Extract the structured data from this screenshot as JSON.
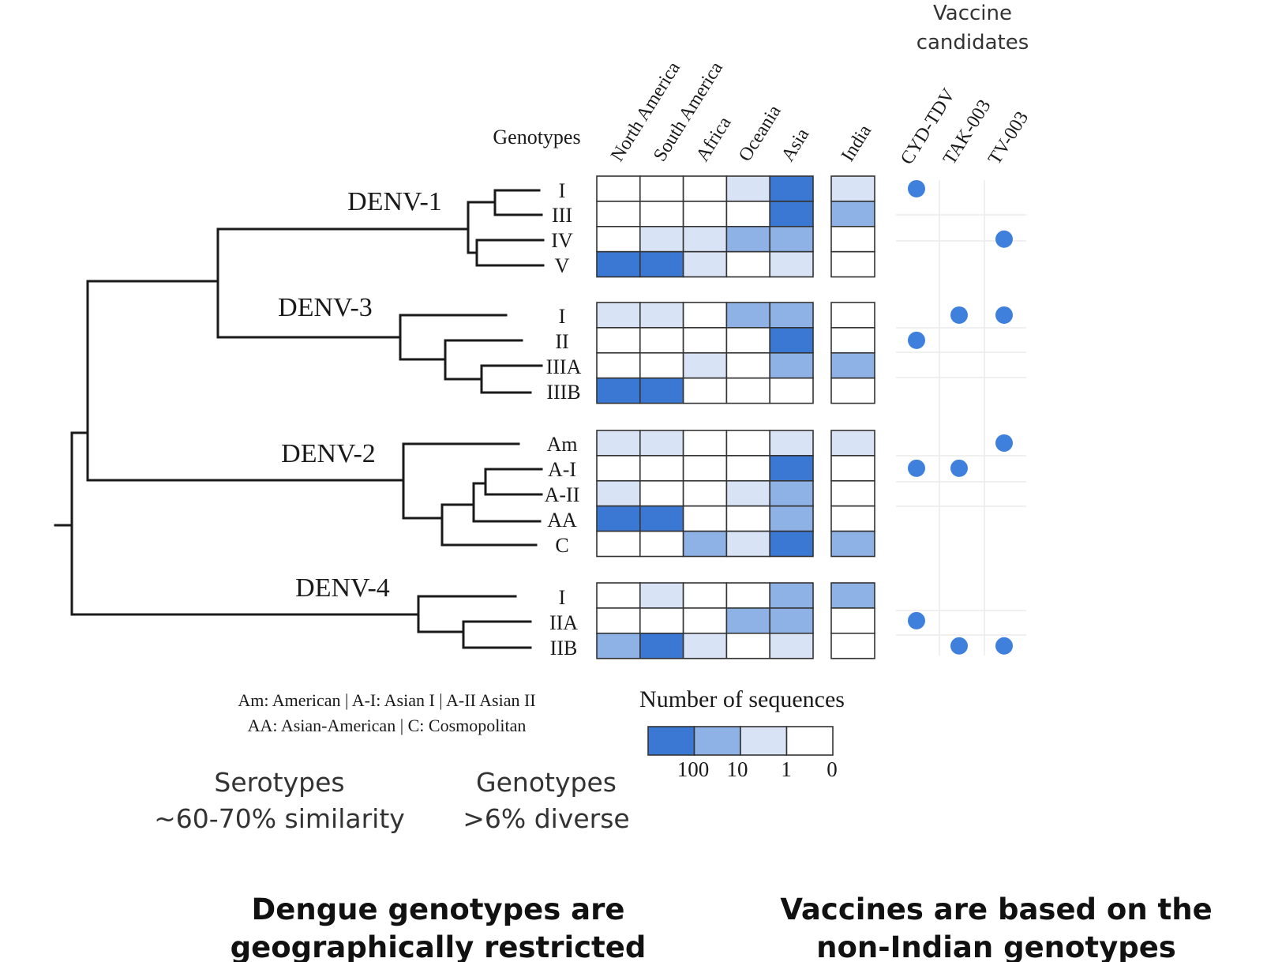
{
  "colors": {
    "level_100": "#3a78d4",
    "level_10": "#8fb2e6",
    "level_1": "#d8e3f6",
    "level_0": "#ffffff",
    "dot": "#3f80dd",
    "tree": "#1a1a1a"
  },
  "vaccine_header": {
    "line1": "Vaccine",
    "line2": "candidates"
  },
  "genotypes_header": "Genotypes",
  "regions": [
    "North America",
    "South America",
    "Africa",
    "Oceania",
    "Asia"
  ],
  "india_label": "India",
  "vaccines": [
    "CYD-TDV",
    "TAK-003",
    "TV-003"
  ],
  "serotypes": [
    {
      "name": "DENV-1",
      "genotypes": [
        {
          "label": "I",
          "levels": [
            0,
            0,
            0,
            1,
            3
          ],
          "india": 1,
          "vaccines": [
            true,
            false,
            false
          ]
        },
        {
          "label": "III",
          "levels": [
            0,
            0,
            0,
            0,
            3
          ],
          "india": 2,
          "vaccines": [
            false,
            false,
            false
          ]
        },
        {
          "label": "IV",
          "levels": [
            0,
            1,
            1,
            2,
            2
          ],
          "india": 0,
          "vaccines": [
            false,
            false,
            true
          ]
        },
        {
          "label": "V",
          "levels": [
            3,
            3,
            1,
            0,
            1
          ],
          "india": 0,
          "vaccines": [
            false,
            false,
            false
          ]
        }
      ]
    },
    {
      "name": "DENV-3",
      "genotypes": [
        {
          "label": "I",
          "levels": [
            1,
            1,
            0,
            2,
            2
          ],
          "india": 0,
          "vaccines": [
            false,
            true,
            true
          ]
        },
        {
          "label": "II",
          "levels": [
            0,
            0,
            0,
            0,
            3
          ],
          "india": 0,
          "vaccines": [
            true,
            false,
            false
          ]
        },
        {
          "label": "IIIA",
          "levels": [
            0,
            0,
            1,
            0,
            2
          ],
          "india": 2,
          "vaccines": [
            false,
            false,
            false
          ]
        },
        {
          "label": "IIIB",
          "levels": [
            3,
            3,
            0,
            0,
            0
          ],
          "india": 0,
          "vaccines": [
            false,
            false,
            false
          ]
        }
      ]
    },
    {
      "name": "DENV-2",
      "genotypes": [
        {
          "label": "Am",
          "levels": [
            1,
            1,
            0,
            0,
            1
          ],
          "india": 1,
          "vaccines": [
            false,
            false,
            true
          ]
        },
        {
          "label": "A-I",
          "levels": [
            0,
            0,
            0,
            0,
            3
          ],
          "india": 0,
          "vaccines": [
            true,
            true,
            false
          ]
        },
        {
          "label": "A-II",
          "levels": [
            1,
            0,
            0,
            1,
            2
          ],
          "india": 0,
          "vaccines": [
            false,
            false,
            false
          ]
        },
        {
          "label": "AA",
          "levels": [
            3,
            3,
            0,
            0,
            2
          ],
          "india": 0,
          "vaccines": [
            false,
            false,
            false
          ]
        },
        {
          "label": "C",
          "levels": [
            0,
            0,
            2,
            1,
            3
          ],
          "india": 2,
          "vaccines": [
            false,
            false,
            false
          ]
        }
      ]
    },
    {
      "name": "DENV-4",
      "genotypes": [
        {
          "label": "I",
          "levels": [
            0,
            1,
            0,
            0,
            2
          ],
          "india": 2,
          "vaccines": [
            false,
            false,
            false
          ]
        },
        {
          "label": "IIA",
          "levels": [
            0,
            0,
            0,
            2,
            2
          ],
          "india": 0,
          "vaccines": [
            true,
            false,
            false
          ]
        },
        {
          "label": "IIB",
          "levels": [
            2,
            3,
            1,
            0,
            1
          ],
          "india": 0,
          "vaccines": [
            false,
            true,
            true
          ]
        }
      ]
    }
  ],
  "abbreviations": {
    "line1": "Am: American | A-I: Asian I | A-II Asian II",
    "line2": "AA: Asian-American | C: Cosmopolitan"
  },
  "legend": {
    "title": "Number of sequences",
    "labels": [
      "100",
      "10",
      "1",
      "0"
    ]
  },
  "serotypes_note": {
    "line1": "Serotypes",
    "line2": "~60-70% similarity"
  },
  "genotypes_note": {
    "line1": "Genotypes",
    "line2": ">6% diverse"
  },
  "caption_left": {
    "line1": "Dengue genotypes are",
    "line2": "geographically restricted"
  },
  "caption_right": {
    "line1": "Vaccines are based on the",
    "line2": "non-Indian genotypes"
  }
}
